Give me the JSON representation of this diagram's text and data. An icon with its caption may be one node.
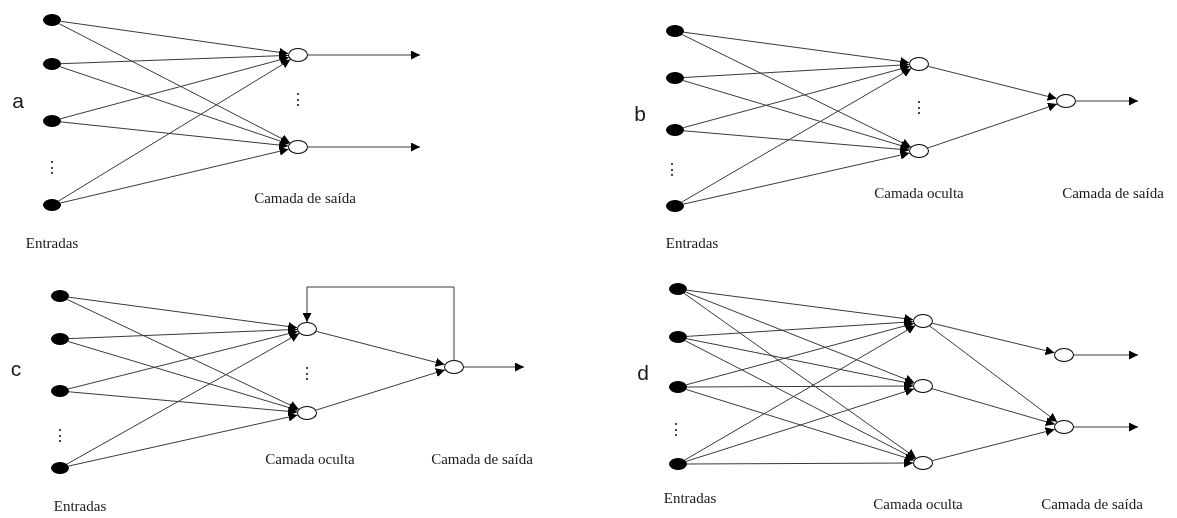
{
  "diagram": {
    "nodes": [
      {
        "text": [],
        "shape": "dot"
      },
      {
        "text": [],
        "shape": "dot"
      },
      {
        "text": [],
        "shape": "dot"
      },
      {
        "text": [],
        "shape": "dot"
      },
      {
        "text": [],
        "shape": "circle"
      },
      {
        "text": [],
        "shape": "circle"
      },
      {
        "text": [],
        "shape": "dot"
      },
      {
        "text": [],
        "shape": "dot"
      },
      {
        "text": [],
        "shape": "dot"
      },
      {
        "text": [],
        "shape": "dot"
      },
      {
        "text": [],
        "shape": "circle"
      },
      {
        "text": [],
        "shape": "circle"
      },
      {
        "text": [],
        "shape": "circle"
      },
      {
        "text": [],
        "shape": "dot"
      },
      {
        "text": [],
        "shape": "dot"
      },
      {
        "text": [],
        "shape": "dot"
      },
      {
        "text": [],
        "shape": "dot"
      },
      {
        "text": [],
        "shape": "circle"
      },
      {
        "text": [],
        "shape": "circle"
      },
      {
        "text": [],
        "shape": "circle"
      },
      {
        "text": [],
        "shape": "dot"
      },
      {
        "text": [],
        "shape": "dot"
      },
      {
        "text": [],
        "shape": "dot"
      },
      {
        "text": [],
        "shape": "dot"
      },
      {
        "text": [],
        "shape": "circle"
      },
      {
        "text": [],
        "shape": "circle"
      },
      {
        "text": [],
        "shape": "circle"
      },
      {
        "text": [],
        "shape": "circle"
      },
      {
        "text": [],
        "shape": "circle"
      }
    ],
    "edges": [
      {
        "from": 0,
        "to": 4,
        "arrow": "to"
      },
      {
        "from": 0,
        "to": 5,
        "arrow": "to"
      },
      {
        "from": 1,
        "to": 4,
        "arrow": "to"
      },
      {
        "from": 1,
        "to": 5,
        "arrow": "to"
      },
      {
        "from": 2,
        "to": 4,
        "arrow": "to"
      },
      {
        "from": 2,
        "to": 5,
        "arrow": "to"
      },
      {
        "from": 3,
        "to": 4,
        "arrow": "to"
      },
      {
        "from": 3,
        "to": 5,
        "arrow": "to"
      },
      {
        "from": 4,
        "to": null,
        "arrow": "to"
      },
      {
        "from": 5,
        "to": null,
        "arrow": "to"
      },
      {
        "from": 6,
        "to": 10,
        "arrow": "to"
      },
      {
        "from": 6,
        "to": 11,
        "arrow": "to"
      },
      {
        "from": 7,
        "to": 10,
        "arrow": "to"
      },
      {
        "from": 7,
        "to": 11,
        "arrow": "to"
      },
      {
        "from": 8,
        "to": 10,
        "arrow": "to"
      },
      {
        "from": 8,
        "to": 11,
        "arrow": "to"
      },
      {
        "from": 9,
        "to": 10,
        "arrow": "to"
      },
      {
        "from": 9,
        "to": 11,
        "arrow": "to"
      },
      {
        "from": 10,
        "to": 12,
        "arrow": "to"
      },
      {
        "from": 11,
        "to": 12,
        "arrow": "to"
      },
      {
        "from": 12,
        "to": null,
        "arrow": "to"
      },
      {
        "from": 13,
        "to": 17,
        "arrow": "to"
      },
      {
        "from": 13,
        "to": 18,
        "arrow": "to"
      },
      {
        "from": 14,
        "to": 17,
        "arrow": "to"
      },
      {
        "from": 14,
        "to": 18,
        "arrow": "to"
      },
      {
        "from": 15,
        "to": 17,
        "arrow": "to"
      },
      {
        "from": 15,
        "to": 18,
        "arrow": "to"
      },
      {
        "from": 16,
        "to": 17,
        "arrow": "to"
      },
      {
        "from": 16,
        "to": 18,
        "arrow": "to"
      },
      {
        "from": 17,
        "to": 19,
        "arrow": "to"
      },
      {
        "from": 18,
        "to": 19,
        "arrow": "to"
      },
      {
        "from": 19,
        "to": null,
        "arrow": "to"
      },
      {
        "from": 19,
        "to": 17,
        "arrow": "to"
      },
      {
        "from": 20,
        "to": 24,
        "arrow": "to"
      },
      {
        "from": 20,
        "to": 25,
        "arrow": "to"
      },
      {
        "from": 20,
        "to": 26,
        "arrow": "to"
      },
      {
        "from": 21,
        "to": 24,
        "arrow": "to"
      },
      {
        "from": 21,
        "to": 25,
        "arrow": "to"
      },
      {
        "from": 21,
        "to": 26,
        "arrow": "to"
      },
      {
        "from": 22,
        "to": 24,
        "arrow": "to"
      },
      {
        "from": 22,
        "to": 25,
        "arrow": "to"
      },
      {
        "from": 22,
        "to": 26,
        "arrow": "to"
      },
      {
        "from": 23,
        "to": 24,
        "arrow": "to"
      },
      {
        "from": 23,
        "to": 25,
        "arrow": "to"
      },
      {
        "from": 23,
        "to": 26,
        "arrow": "to"
      },
      {
        "from": 24,
        "to": 27,
        "arrow": "to"
      },
      {
        "from": 24,
        "to": 28,
        "arrow": "to"
      },
      {
        "from": 25,
        "to": 28,
        "arrow": "to"
      },
      {
        "from": 26,
        "to": 28,
        "arrow": "to"
      },
      {
        "from": 27,
        "to": null,
        "arrow": "to"
      },
      {
        "from": 28,
        "to": null,
        "arrow": "to"
      }
    ],
    "labels": [
      "a",
      "⋮",
      "⋮",
      "Camada de saída",
      "Entradas",
      "b",
      "⋮",
      "⋮",
      "Camada oculta",
      "Camada de saída",
      "Entradas",
      "c",
      "⋮",
      "⋮",
      "Camada oculta",
      "Camada de saída",
      "Entradas",
      "d",
      "⋮",
      "Camada oculta",
      "Camada de saída",
      "Entradas"
    ]
  }
}
